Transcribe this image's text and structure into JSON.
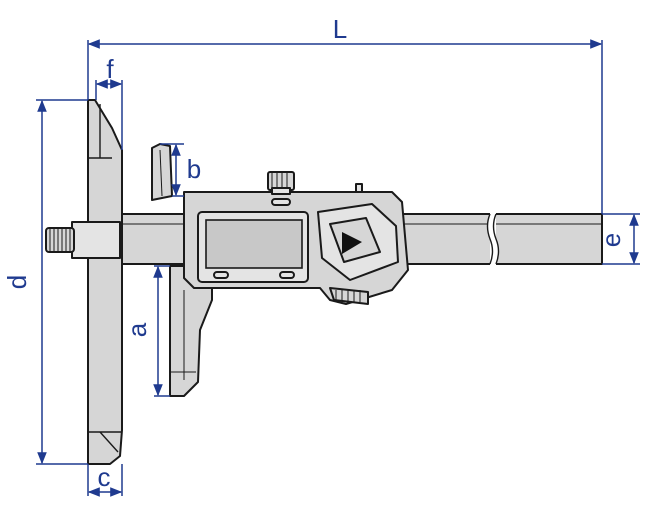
{
  "diagram": {
    "colors": {
      "dimension": "#1f3a8f",
      "outline": "#1a1a1a",
      "body_fill": "#d6d6d6",
      "display_fill": "#c8c8c8"
    },
    "dimensions": {
      "L": "L",
      "f": "f",
      "b": "b",
      "d": "d",
      "a": "a",
      "e": "e",
      "c": "c"
    },
    "icons": {
      "button": "play-triangle-icon"
    }
  }
}
